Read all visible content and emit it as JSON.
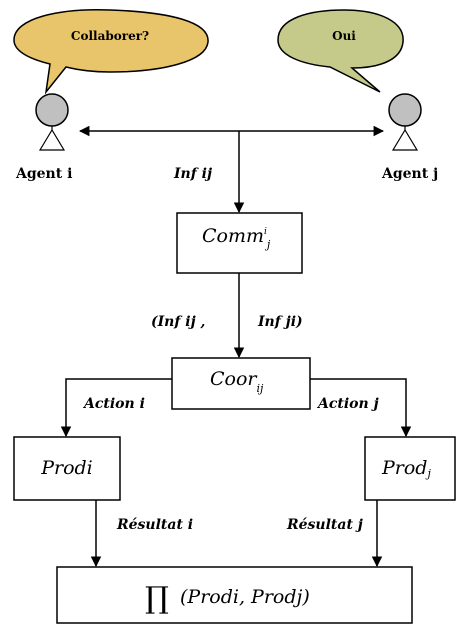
{
  "bubbles": {
    "left_text": "Collaborer?",
    "right_text": "Oui",
    "left_color": "#e8c46a",
    "right_color": "#c5c98a"
  },
  "agents": {
    "i_label": "Agent i",
    "j_label": "Agent j"
  },
  "edges": {
    "inf_ij": "Inf ij",
    "inf_pair_left": "(Inf ij ,",
    "inf_pair_right": "Inf ji)",
    "action_i": "Action i",
    "action_j": "Action j",
    "resultat_i": "Résultat i",
    "resultat_j": "Résultat j"
  },
  "boxes": {
    "comm_base": "Comm",
    "comm_sup": "i",
    "comm_sub": "j",
    "coor_base": "Coor",
    "coor_sub": "ij",
    "prod_i": "Prodi",
    "prod_j_base": "Prod",
    "prod_j_sub": "j",
    "product_symbol": "∏",
    "product_args": "(Prodi, Prodj)"
  }
}
